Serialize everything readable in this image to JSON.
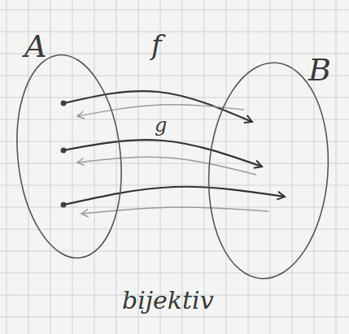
{
  "diagram": {
    "nodes": [
      {
        "text": [
          "A"
        ]
      },
      {
        "text": [
          "B"
        ]
      }
    ],
    "edges": [
      {
        "from": 0,
        "to": 1,
        "arrow": "to"
      },
      {
        "from": 0,
        "to": 1,
        "arrow": "to"
      },
      {
        "from": 0,
        "to": 1,
        "arrow": "to"
      },
      {
        "from": 1,
        "to": 0,
        "label": "g",
        "arrow": "to"
      },
      {
        "from": 1,
        "to": 0,
        "arrow": "to"
      },
      {
        "from": 1,
        "to": 0,
        "arrow": "to"
      }
    ],
    "labels": [
      "f",
      "bijektiv"
    ]
  }
}
